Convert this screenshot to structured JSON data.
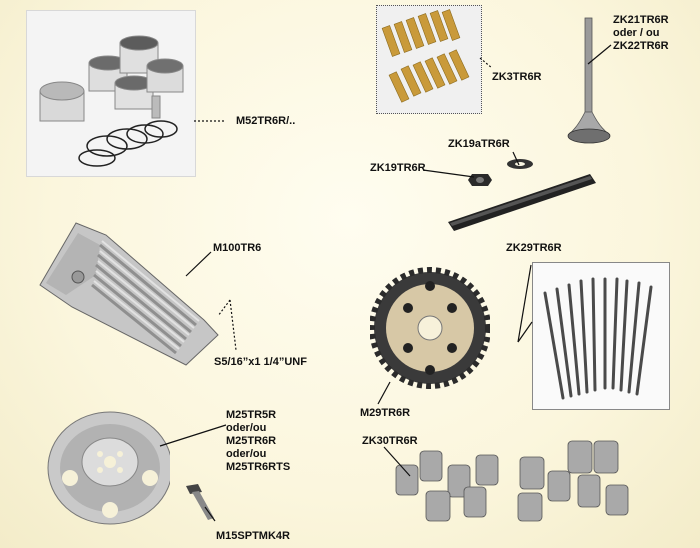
{
  "parts": [
    {
      "code": "M52TR6R/..",
      "description": "pistons with rings"
    },
    {
      "code": "ZK3TR6R",
      "description": "valve guides"
    },
    {
      "code": "ZK21TR6R",
      "alt_lines": [
        "oder / ou",
        "ZK22TR6R"
      ],
      "description": "valve"
    },
    {
      "code": "ZK19aTR6R",
      "description": "washer"
    },
    {
      "code": "ZK19TR6R",
      "description": "nut"
    },
    {
      "code": "M100TR6",
      "description": "finned oil pan"
    },
    {
      "code": "S5/16”x1 1/4”UNF",
      "description": "oil pan screw"
    },
    {
      "code": "ZK29TR6R",
      "description": "pushrods"
    },
    {
      "code": "M29TR6R",
      "description": "timing sprocket"
    },
    {
      "code": "M25TR5R",
      "alt_lines": [
        "oder/ou",
        "M25TR6R",
        "oder/ou",
        "M25TR6RTS"
      ],
      "description": "flywheel"
    },
    {
      "code": "ZK30TR6R",
      "description": "tappets"
    },
    {
      "code": "M15SPTMK4R",
      "description": "flywheel bolt"
    }
  ]
}
